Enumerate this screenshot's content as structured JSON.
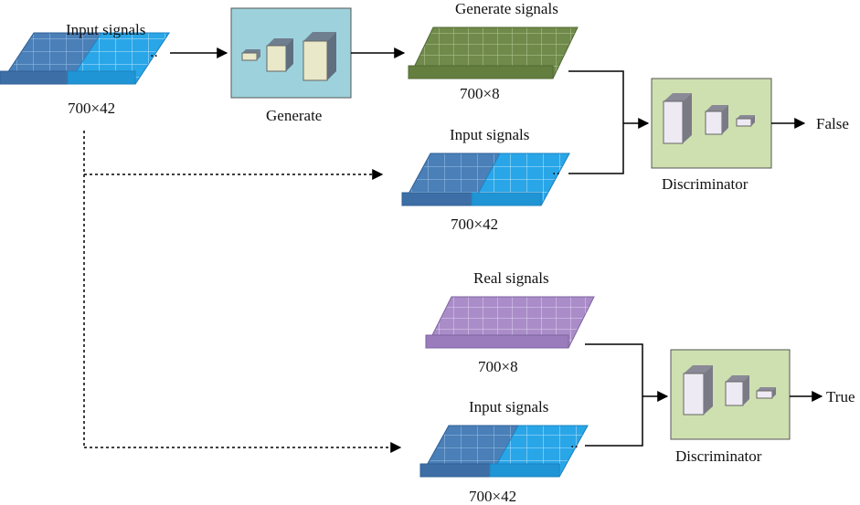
{
  "top_input": {
    "title": "Input signals",
    "dims": "700×42"
  },
  "generator": {
    "label": "Generate"
  },
  "generated": {
    "title": "Generate signals",
    "dims": "700×8"
  },
  "mid_input": {
    "title": "Input signals",
    "dims": "700×42"
  },
  "discriminator_top": {
    "label": "Discriminator",
    "output": "False"
  },
  "real": {
    "title": "Real signals",
    "dims": "700×8"
  },
  "bottom_input": {
    "title": "Input signals",
    "dims": "700×42"
  },
  "discriminator_bottom": {
    "label": "Discriminator",
    "output": "True"
  },
  "colors": {
    "input_dark": "#4a7fb8",
    "input_light": "#29a6e8",
    "generated": "#6f8a4a",
    "real": "#a98cc8",
    "generator_bg": "#9dd2dc",
    "discriminator_bg": "#cfe0b0"
  }
}
